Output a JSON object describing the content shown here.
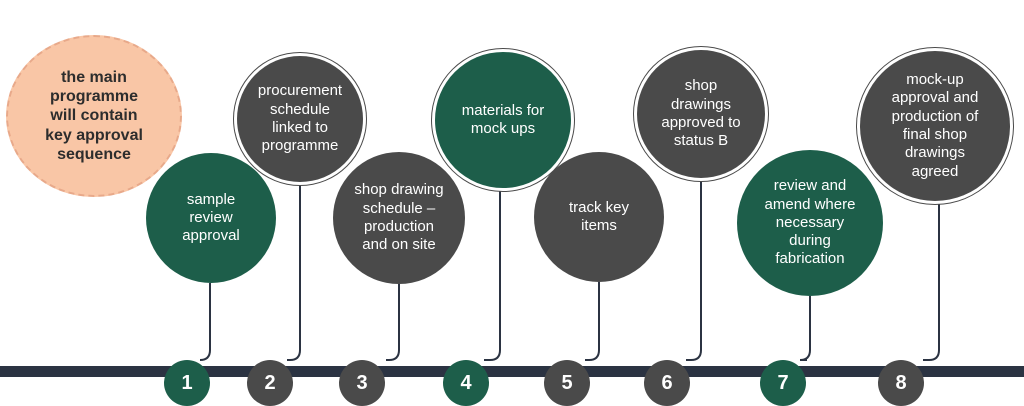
{
  "intro": {
    "text": "the main\nprogramme\nwill contain\nkey approval\nsequence"
  },
  "colors": {
    "green": "#1d5e4a",
    "grey": "#4a4a4a",
    "timeline": "#2b3342",
    "intro_fill": "#f9c6a6"
  },
  "steps": [
    {
      "number": "1",
      "label": "sample\nreview\napproval",
      "color": "green"
    },
    {
      "number": "2",
      "label": "procurement\nschedule\nlinked to\nprogramme",
      "color": "grey"
    },
    {
      "number": "3",
      "label": "shop drawing\nschedule –\nproduction\nand on site",
      "color": "grey"
    },
    {
      "number": "4",
      "label": "materials for\nmock ups",
      "color": "green"
    },
    {
      "number": "5",
      "label": "track key\nitems",
      "color": "grey"
    },
    {
      "number": "6",
      "label": "shop\ndrawings\napproved to\nstatus B",
      "color": "grey"
    },
    {
      "number": "7",
      "label": "review and\namend where\nnecessary\nduring\nfabrication",
      "color": "green"
    },
    {
      "number": "8",
      "label": "mock-up\napproval and\nproduction of\nfinal shop\ndrawings\nagreed",
      "color": "grey"
    }
  ]
}
